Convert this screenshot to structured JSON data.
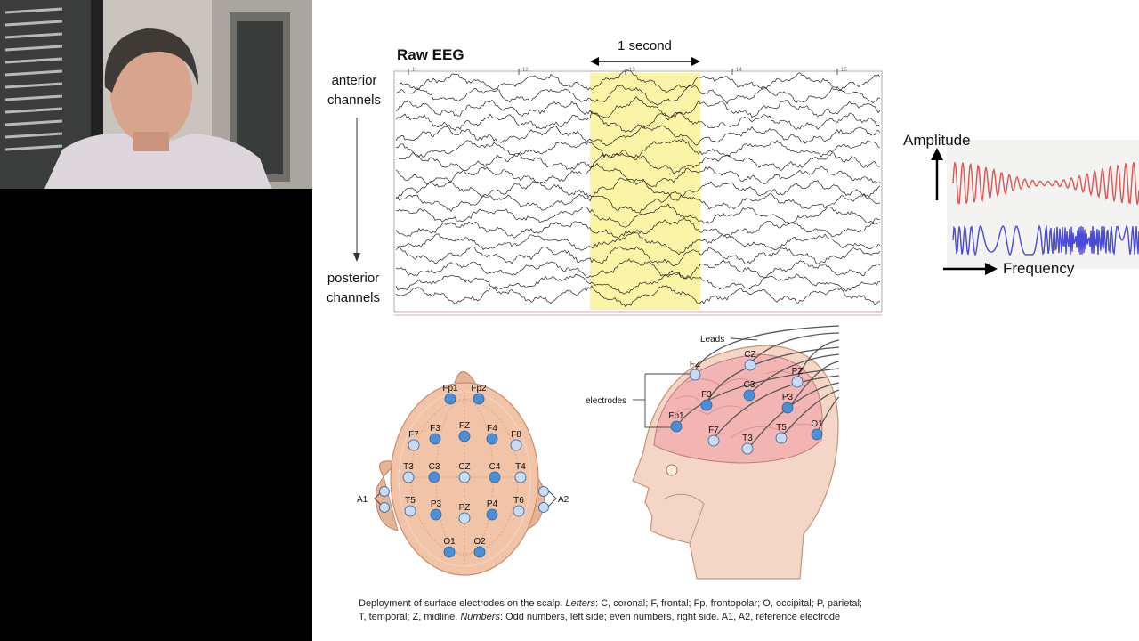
{
  "eeg": {
    "title": "Raw EEG",
    "time_window_label": "1 second",
    "top_label_line1": "anterior",
    "top_label_line2": "channels",
    "bottom_label_line1": "posterior",
    "bottom_label_line2": "channels",
    "timeline_ticks": [
      "11",
      "12",
      "13",
      "14",
      "15"
    ],
    "highlight_color": "#fbf3a6"
  },
  "wave_panel": {
    "amplitude_label": "Amplitude",
    "frequency_label": "Frequency",
    "amplitude_wave_color": "#e05454",
    "frequency_wave_color": "#4a4ad8"
  },
  "top_view": {
    "electrodes": [
      "Fp1",
      "Fp2",
      "F7",
      "F3",
      "FZ",
      "F4",
      "F8",
      "T3",
      "C3",
      "CZ",
      "C4",
      "T4",
      "T5",
      "P3",
      "PZ",
      "P4",
      "T6",
      "O1",
      "O2"
    ],
    "reference_left": "A1",
    "reference_right": "A2"
  },
  "side_view": {
    "leads_label": "Leads",
    "electrodes_label": "electrodes",
    "electrodes": [
      "FZ",
      "CZ",
      "PZ",
      "F3",
      "C3",
      "P3",
      "Fp1",
      "F7",
      "T3",
      "T5",
      "O1"
    ]
  },
  "caption": {
    "line1_a": "Deployment of surface electrodes on the scalp. ",
    "line1_b": "Letters",
    "line1_c": ": C, coronal; F, frontal; Fp, frontopolar; O, occipital; P, parietal;",
    "line2_a": "T, temporal; Z, midline. ",
    "line2_b": "Numbers",
    "line2_c": ": Odd numbers, left side; even numbers, right side. A1, A2, reference electrode"
  }
}
